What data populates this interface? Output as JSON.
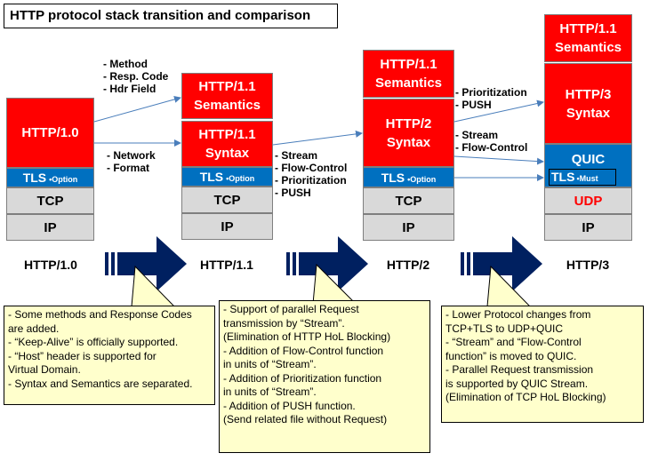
{
  "title": "HTTP protocol stack transition and comparison",
  "stacks": {
    "http10": {
      "app": "HTTP/1.0",
      "tls": "TLS",
      "tls_tag": "•Option",
      "tcp": "TCP",
      "ip": "IP",
      "caption": "HTTP/1.0"
    },
    "http11": {
      "sem": [
        "HTTP/1.1",
        "Semantics"
      ],
      "syn": [
        "HTTP/1.1",
        "Syntax"
      ],
      "tls": "TLS",
      "tls_tag": "•Option",
      "tcp": "TCP",
      "ip": "IP",
      "caption": "HTTP/1.1"
    },
    "http2": {
      "sem": [
        "HTTP/1.1",
        "Semantics"
      ],
      "syn": [
        "HTTP/2",
        "Syntax"
      ],
      "tls": "TLS",
      "tls_tag": "•Option",
      "tcp": "TCP",
      "ip": "IP",
      "caption": "HTTP/2"
    },
    "http3": {
      "sem": [
        "HTTP/1.1",
        "Semantics"
      ],
      "syn": [
        "HTTP/3",
        "Syntax"
      ],
      "quic": "QUIC",
      "tls": "TLS",
      "tls_tag": "•Must",
      "udp": "UDP",
      "ip": "IP",
      "caption": "HTTP/3"
    }
  },
  "labels": {
    "l1": [
      "- Method",
      "- Resp. Code",
      "- Hdr Field"
    ],
    "l2": [
      "- Network",
      "- Format"
    ],
    "l3": [
      "- Stream",
      "- Flow-Control",
      "- Prioritization",
      "- PUSH"
    ],
    "l4": [
      "- Prioritization",
      "- PUSH"
    ],
    "l5": [
      "- Stream",
      "- Flow-Control"
    ]
  },
  "notes": {
    "n1": [
      "- Some methods and Response Codes",
      "   are added.",
      "- “Keep-Alive” is officially supported.",
      "- “Host” header is supported for",
      "   Virtual Domain.",
      "- Syntax and Semantics are separated."
    ],
    "n2": [
      "- Support of parallel Request",
      "   transmission by “Stream”.",
      "   (Elimination of HTTP HoL Blocking)",
      "- Addition of Flow-Control function",
      "   in units of “Stream”.",
      "- Addition of Prioritization  function",
      "   in units of “Stream”.",
      "- Addition of PUSH function.",
      "   (Send related file without Request)"
    ],
    "n3": [
      "- Lower Protocol changes from",
      "   TCP+TLS to UDP+QUIC",
      "- “Stream” and “Flow-Control",
      "   function” is moved to QUIC.",
      "- Parallel Request transmission",
      "   is supported by QUIC Stream.",
      "   (Elimination of TCP HoL Blocking)"
    ]
  },
  "colors": {
    "red": "#ff0000",
    "blue": "#0070c0",
    "grey": "#d9d9d9",
    "navy": "#002060",
    "note": "#ffffcc",
    "arrow": "#4a7ebb",
    "udp": "#ff0000"
  }
}
